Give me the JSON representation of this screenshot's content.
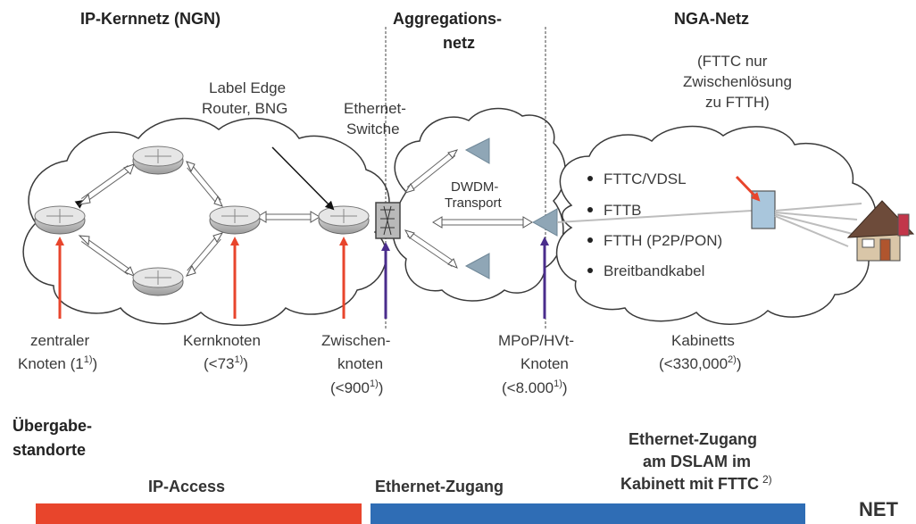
{
  "headers": {
    "core": "IP-Kernnetz (NGN)",
    "aggregation_line1": "Aggregations-",
    "aggregation_line2": "netz",
    "nga": "NGA-Netz"
  },
  "nga_note": [
    "(FTTC nur",
    "Zwischenlösung",
    "zu FTTH)"
  ],
  "callouts": {
    "edge_router": [
      "Label Edge",
      "Router, BNG"
    ],
    "ethernet_switch": [
      "Ethernet-",
      "Switche"
    ],
    "dwdm": [
      "DWDM-",
      "Transport"
    ]
  },
  "access_types": [
    "FTTC/VDSL",
    "FTTB",
    "FTTH (P2P/PON)",
    "Breitbandkabel"
  ],
  "node_labels": {
    "central": {
      "line1": "zentraler",
      "line2": "Knoten (1",
      "sup": "1)",
      "end": ")"
    },
    "core": {
      "line1": "Kernknoten",
      "line2": "(<73",
      "sup": "1)",
      "end": ")"
    },
    "intermediate": {
      "line1": "Zwischen-",
      "line2": "knoten",
      "line3": "(<900",
      "sup": "1)",
      "end": ")"
    },
    "mpop": {
      "line1": "MPoP/HVt-",
      "line2": "Knoten",
      "line3": "(<8.000",
      "sup": "1)",
      "end": ")"
    },
    "cabinets": {
      "line1": "Kabinetts",
      "line2": "(<330,000",
      "sup": "2)",
      "end": ")"
    }
  },
  "handover": [
    "Übergabe-",
    "standorte"
  ],
  "bars": {
    "ip_access": {
      "label": "IP-Access",
      "color": "#e8452c"
    },
    "ethernet": {
      "label": "Ethernet-Zugang",
      "color": "#2f6db5"
    },
    "dslam": {
      "lines": [
        "Ethernet-Zugang",
        "am DSLAM im",
        "Kabinett mit FTTC"
      ],
      "sup": "2)",
      "color": "#2f6db5"
    }
  },
  "logo": "NET",
  "colors": {
    "red": "#e8452c",
    "purple": "#4a2d8c",
    "blue": "#2f6db5",
    "triangle": "#8fa6b6"
  }
}
